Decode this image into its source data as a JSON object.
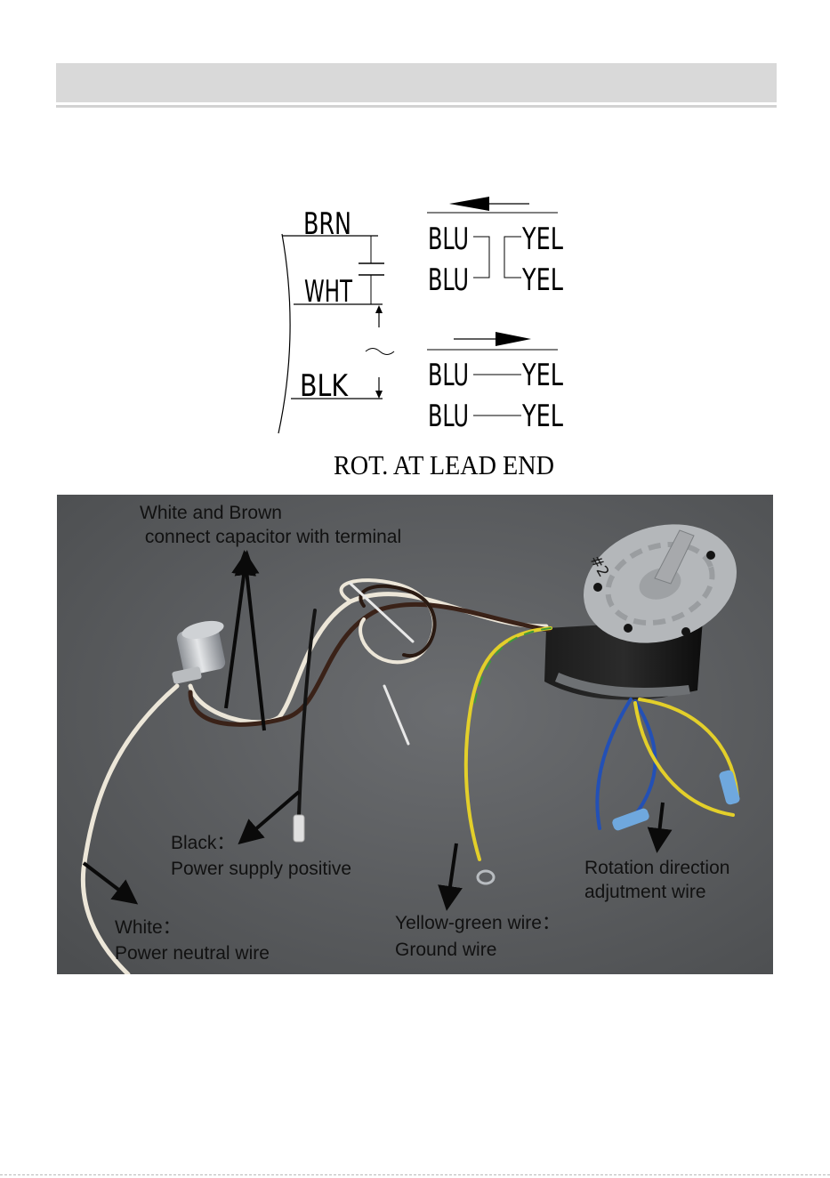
{
  "diagram": {
    "leads_left": [
      "BRN",
      "WHT",
      "BLK"
    ],
    "ccw_group": {
      "left": [
        "BLU",
        "BLU"
      ],
      "right": [
        "YEL",
        "YEL"
      ]
    },
    "cw_group": {
      "left": [
        "BLU",
        "BLU"
      ],
      "right": [
        "YEL",
        "YEL"
      ]
    },
    "caption": "ROT. AT LEAD END"
  },
  "photo": {
    "labels": {
      "capacitor_line1": "White and Brown",
      "capacitor_line2": " connect capacitor with terminal",
      "black_line1": "Black：",
      "black_line2": "Power supply positive",
      "white_line1": "White：",
      "white_line2": "Power neutral wire",
      "ground_line1": "Yellow-green wire：",
      "ground_line2": "Ground wire",
      "rotation_line1": "Rotation direction",
      "rotation_line2": "adjutment wire"
    },
    "motor_marking": "#2"
  },
  "colors": {
    "header_bar": "#d9d9d9",
    "floor": "#5a5c5e",
    "motor_body": "#121212",
    "motor_cap": "#b4b7ba",
    "wire_white": "#ece6d8",
    "wire_brown": "#3a2218",
    "wire_black": "#141414",
    "wire_yellow": "#e3cf2a",
    "wire_blue": "#2350b5"
  }
}
